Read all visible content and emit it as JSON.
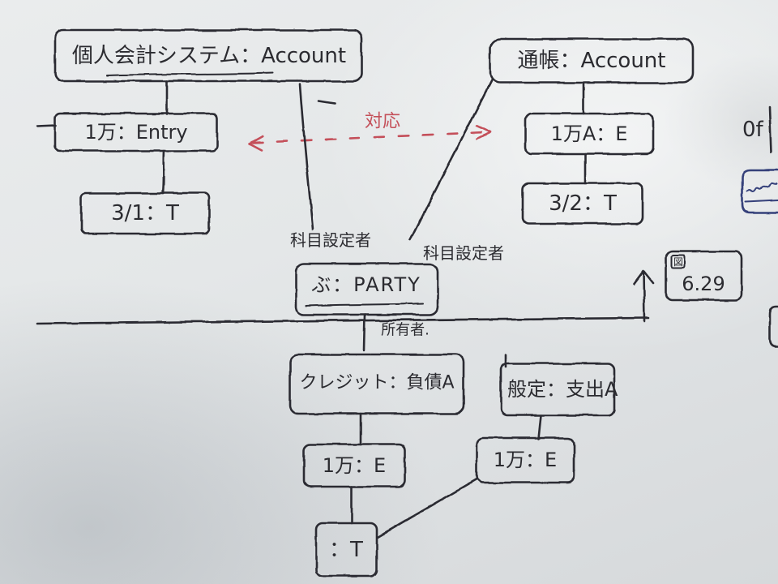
{
  "diagram": {
    "top_left": {
      "account": "個人会計システム：Account",
      "entry": "1万：Entry",
      "transaction": "3/1：T"
    },
    "top_right": {
      "account": "通帳：Account",
      "entry": "1万A：E",
      "transaction": "3/2：T"
    },
    "correspondence_label": "対応",
    "setter_label_left": "科目設定者",
    "setter_label_right": "科目設定者",
    "party": "ぶ：PARTY",
    "owner_label": "所有者.",
    "bottom_left": {
      "account": "クレジット：負債A",
      "entry": "1万：E",
      "transaction": "：T"
    },
    "bottom_right": {
      "account": "般定：支出A",
      "entry": "1万：E"
    },
    "figure_ref": {
      "icon": "図",
      "number": "6.29"
    },
    "edge_fragment": "0f"
  },
  "colors": {
    "ink": "#2b2b30",
    "red_ink": "#c4505a",
    "blue_ink": "#34407a"
  }
}
